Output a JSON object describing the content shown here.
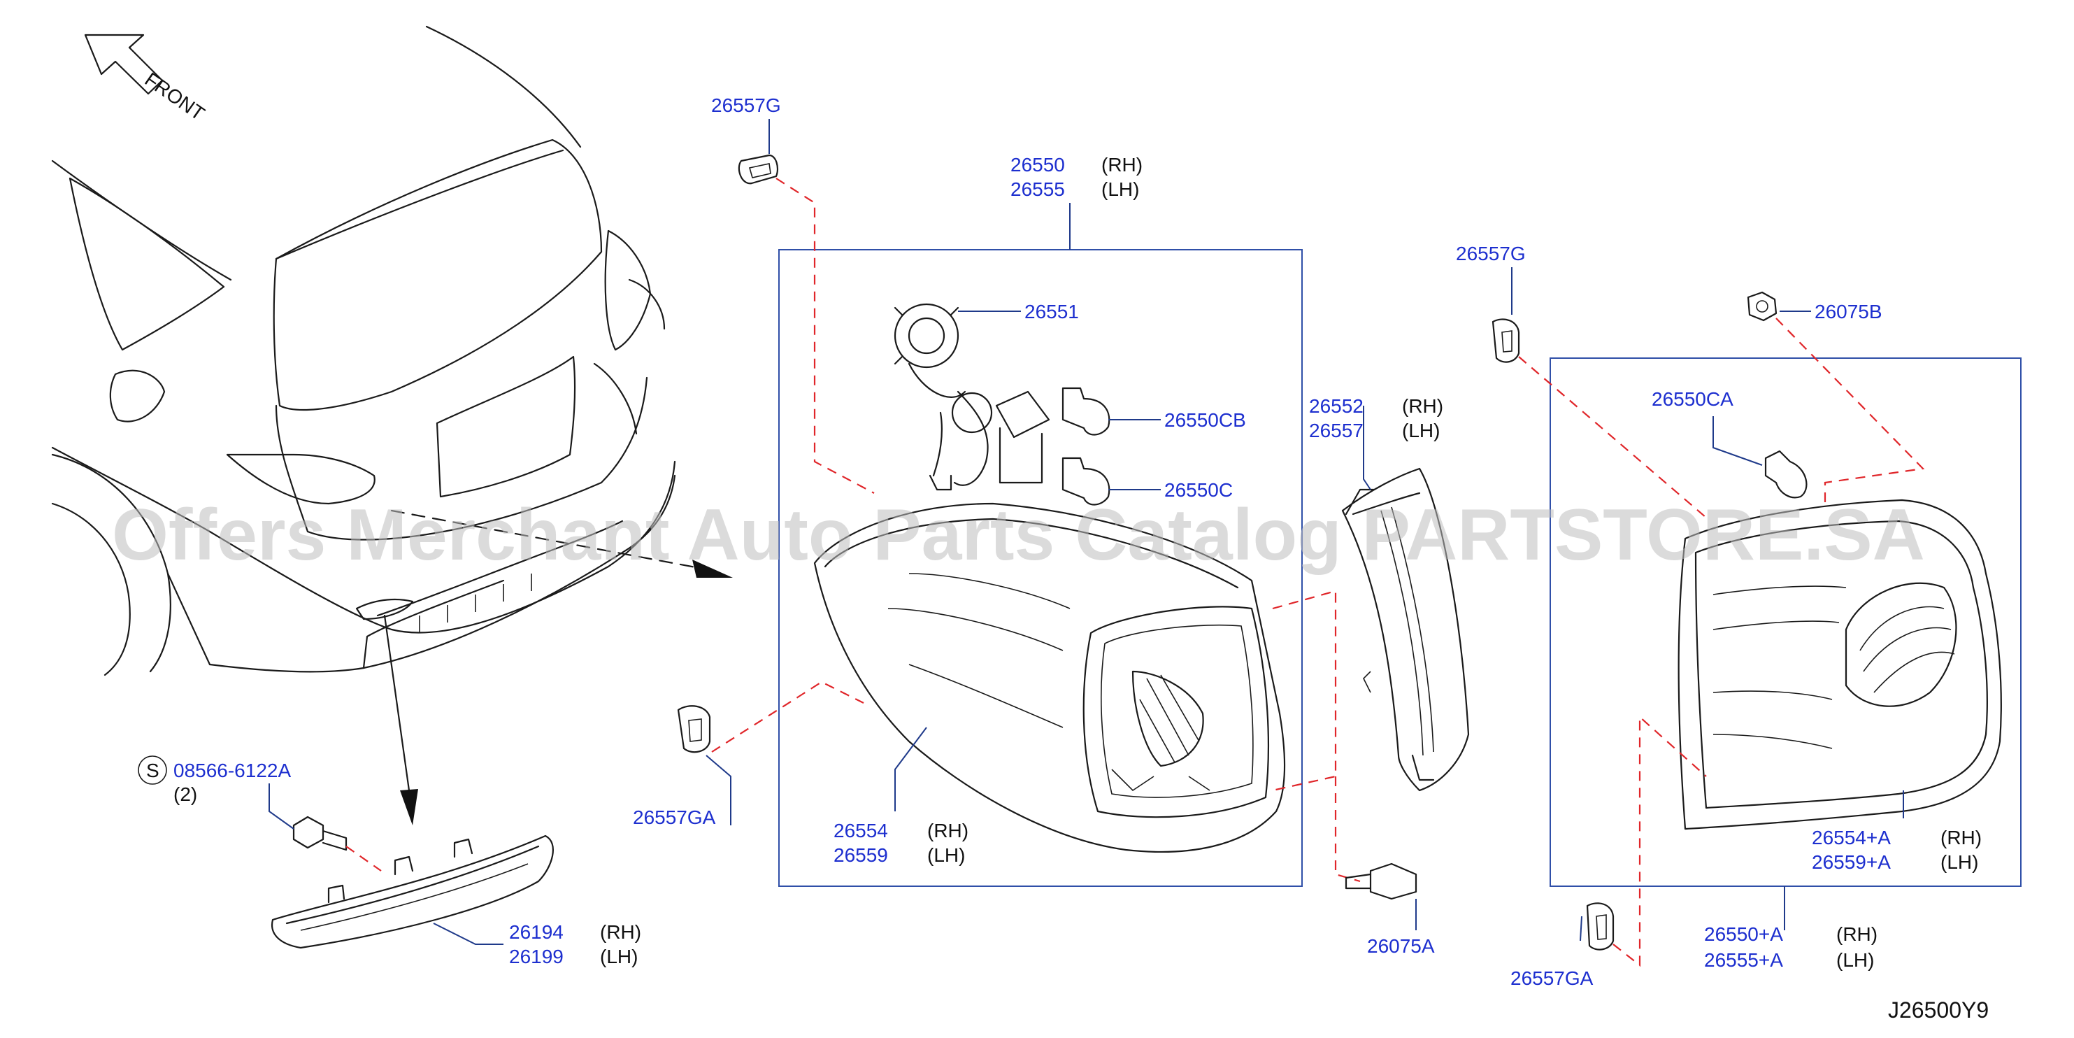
{
  "front_label": "FRONT",
  "watermark": "Offers Merchant Auto Parts Catalog PARTSTORE.SA",
  "diagram_ref": "J26500Y9",
  "colors": {
    "part_number": "#1d2fcf",
    "leader": "#1f3a8a",
    "box": "#2f4fa8",
    "dashed": "#e0262a"
  },
  "labels": {
    "p26557G_a": "26557G",
    "p26550": "26550",
    "p26550_side": "(RH)",
    "p26555": "26555",
    "p26555_side": "(LH)",
    "p26551": "26551",
    "p26550CB": "26550CB",
    "p26550C": "26550C",
    "p26557GA_a": "26557GA",
    "p26554": "26554",
    "p26554_side": "(RH)",
    "p26559": "26559",
    "p26559_side": "(LH)",
    "s_symbol": "S",
    "p08566": "08566-6122A",
    "p08566_qty": "(2)",
    "p26194": "26194",
    "p26194_side": "(RH)",
    "p26199": "26199",
    "p26199_side": "(LH)",
    "p26552": "26552",
    "p26552_side": "(RH)",
    "p26557": "26557",
    "p26557_side": "(LH)",
    "p26075A": "26075A",
    "p26557G_b": "26557G",
    "p26075B": "26075B",
    "p26550CA": "26550CA",
    "p26554A": "26554+A",
    "p26554A_side": "(RH)",
    "p26559A": "26559+A",
    "p26559A_side": "(LH)",
    "p26550A": "26550+A",
    "p26550A_side": "(RH)",
    "p26555A": "26555+A",
    "p26555A_side": "(LH)",
    "p26557GA_b": "26557GA"
  }
}
